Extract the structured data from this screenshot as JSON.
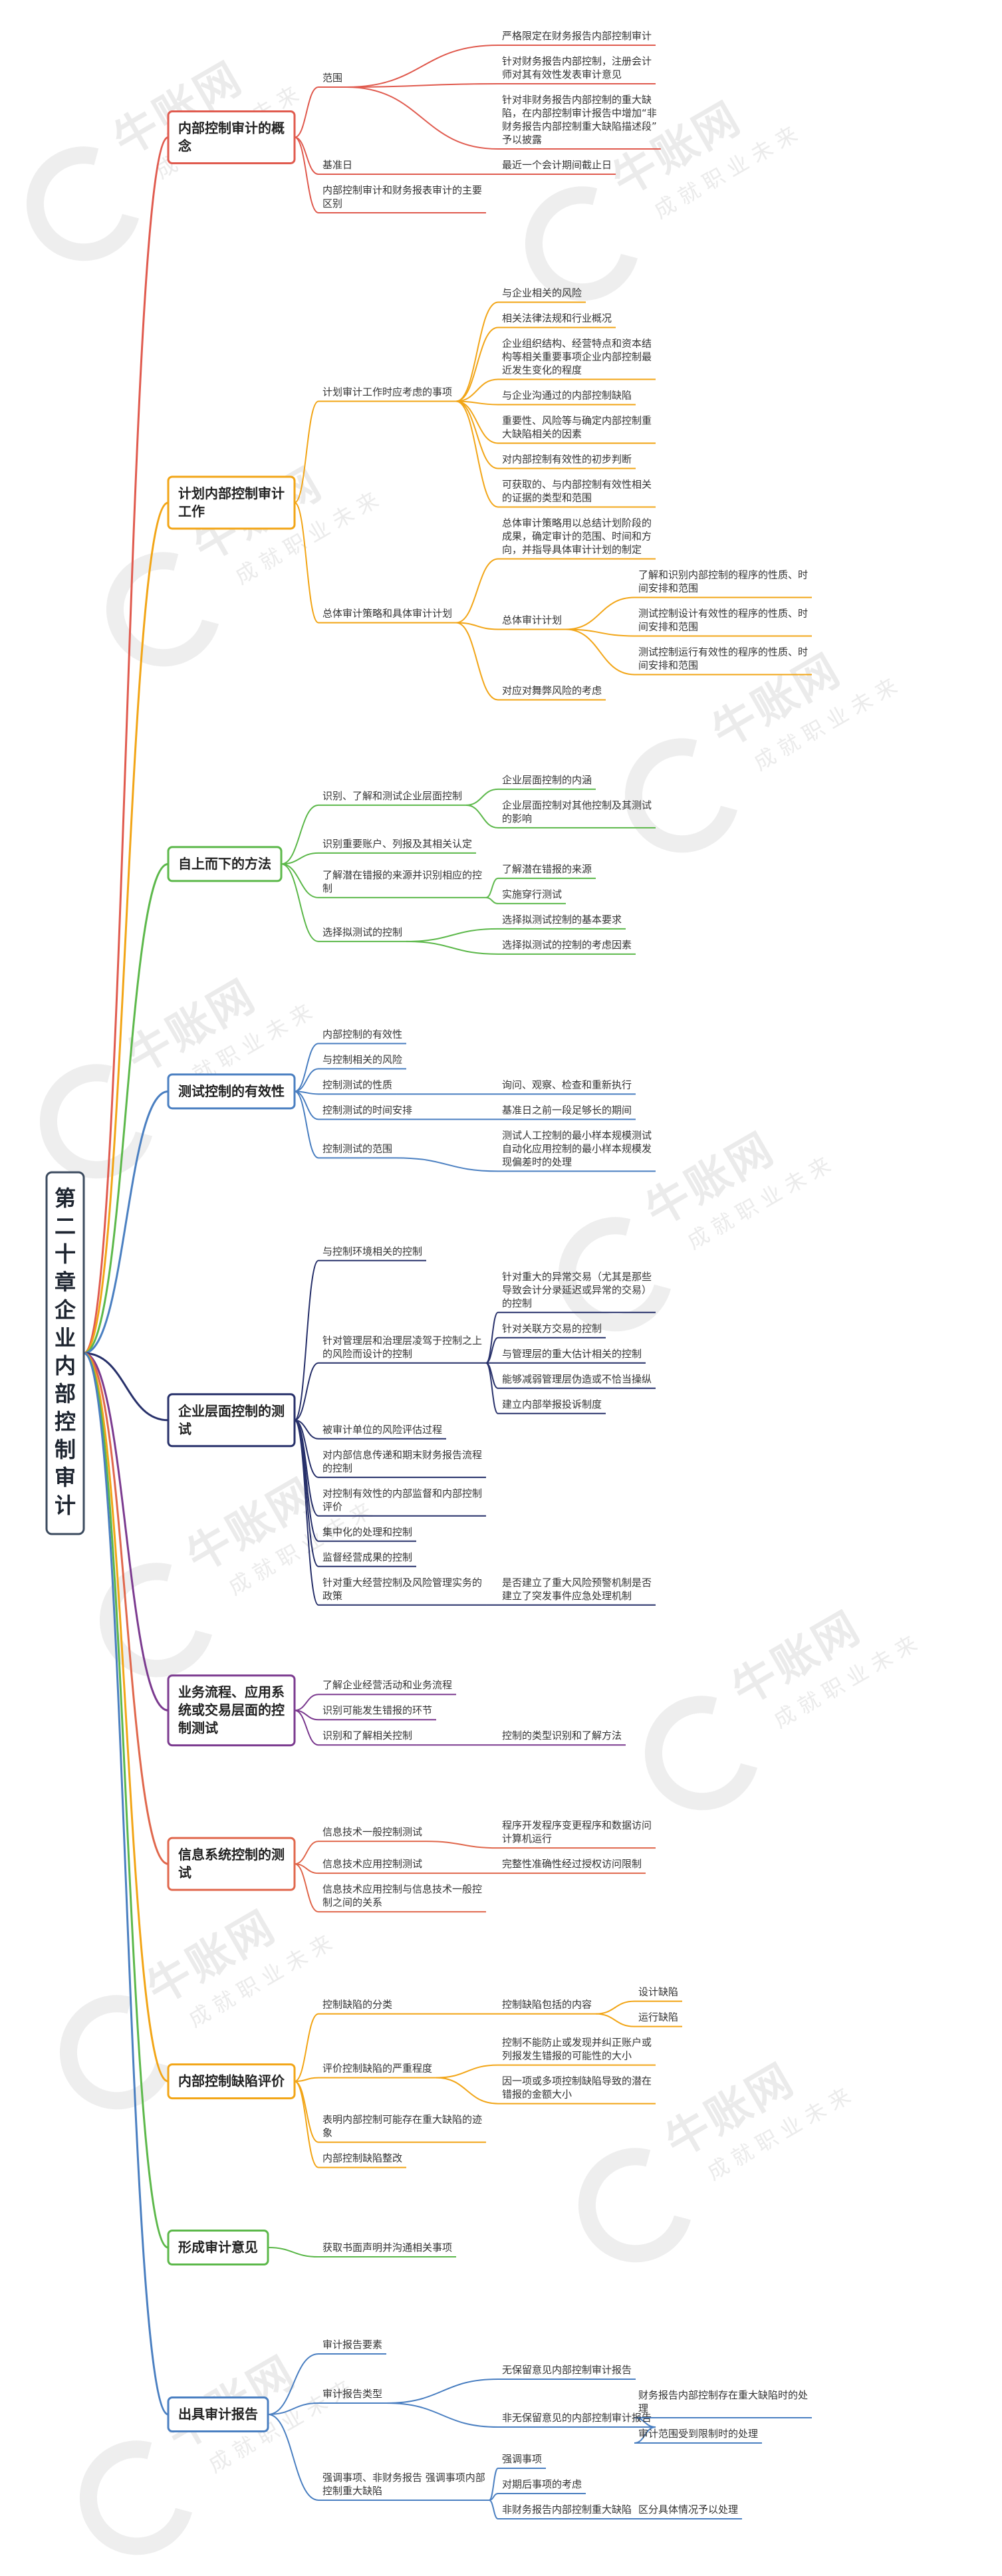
{
  "watermark": {
    "big": "牛账网",
    "small": "成就职业未来"
  },
  "root": {
    "label": "第二十章企业内部控制审计"
  },
  "branches": [
    {
      "label": "内部控制审计的概念",
      "color": "#e05a4e",
      "children": [
        {
          "label": "范围",
          "children": [
            {
              "label": "严格限定在财务报告内部控制审计"
            },
            {
              "label": "针对财务报告内部控制，注册会计师对其有效性发表审计意见"
            },
            {
              "label": "针对非财务报告内部控制的重大缺陷，在内部控制审计报告中增加“非财务报告内部控制重大缺陷描述段”予以披露"
            }
          ]
        },
        {
          "label": "基准日",
          "children": [
            {
              "label": "最近一个会计期间截止日"
            }
          ]
        },
        {
          "label": "内部控制审计和财务报表审计的主要区别"
        }
      ]
    },
    {
      "label": "计划内部控制审计工作",
      "color": "#f2a516",
      "children": [
        {
          "label": "计划审计工作时应考虑的事项",
          "children": [
            {
              "label": "与企业相关的风险"
            },
            {
              "label": "相关法律法规和行业概况"
            },
            {
              "label": "企业组织结构、经营特点和资本结构等相关重要事项企业内部控制最近发生变化的程度"
            },
            {
              "label": "与企业沟通过的内部控制缺陷"
            },
            {
              "label": "重要性、风险等与确定内部控制重大缺陷相关的因素"
            },
            {
              "label": "对内部控制有效性的初步判断"
            },
            {
              "label": "可获取的、与内部控制有效性相关的证据的类型和范围"
            }
          ]
        },
        {
          "label": "总体审计策略和具体审计计划",
          "children": [
            {
              "label": "总体审计策略用以总结计划阶段的成果，确定审计的范围、时间和方向，并指导具体审计计划的制定"
            },
            {
              "label": "总体审计计划",
              "children": [
                {
                  "label": "了解和识别内部控制的程序的性质、时间安排和范围"
                },
                {
                  "label": "测试控制设计有效性的程序的性质、时间安排和范围"
                },
                {
                  "label": "测试控制运行有效性的程序的性质、时间安排和范围"
                }
              ]
            },
            {
              "label": "对应对舞弊风险的考虑"
            }
          ]
        }
      ]
    },
    {
      "label": "自上而下的方法",
      "color": "#5cb84a",
      "children": [
        {
          "label": "识别、了解和测试企业层面控制",
          "children": [
            {
              "label": "企业层面控制的内涵"
            },
            {
              "label": "企业层面控制对其他控制及其测试的影响"
            }
          ]
        },
        {
          "label": "识别重要账户、列报及其相关认定"
        },
        {
          "label": "了解潜在错报的来源并识别相应的控制",
          "children": [
            {
              "label": "了解潜在错报的来源"
            },
            {
              "label": "实施穿行测试"
            }
          ]
        },
        {
          "label": "选择拟测试的控制",
          "children": [
            {
              "label": "选择拟测试控制的基本要求"
            },
            {
              "label": "选择拟测试的控制的考虑因素"
            }
          ]
        }
      ]
    },
    {
      "label": "测试控制的有效性",
      "color": "#4a7fc1",
      "children": [
        {
          "label": "内部控制的有效性"
        },
        {
          "label": "与控制相关的风险"
        },
        {
          "label": "控制测试的性质",
          "children": [
            {
              "label": "询问、观察、检查和重新执行"
            }
          ]
        },
        {
          "label": "控制测试的时间安排",
          "children": [
            {
              "label": "基准日之前一段足够长的期间"
            }
          ]
        },
        {
          "label": "控制测试的范围",
          "children": [
            {
              "label": "测试人工控制的最小样本规模测试自动化应用控制的最小样本规模发现偏差时的处理"
            }
          ]
        }
      ]
    },
    {
      "label": "企业层面控制的测试",
      "color": "#27306a",
      "children": [
        {
          "label": "与控制环境相关的控制"
        },
        {
          "label": "针对管理层和治理层凌驾于控制之上的风险而设计的控制",
          "children": [
            {
              "label": "针对重大的异常交易（尤其是那些导致会计分录延迟或异常的交易）的控制"
            },
            {
              "label": "针对关联方交易的控制"
            },
            {
              "label": "与管理层的重大估计相关的控制"
            },
            {
              "label": "能够减弱管理层伪造或不恰当操纵"
            },
            {
              "label": "建立内部举报投诉制度"
            }
          ]
        },
        {
          "label": "被审计单位的风险评估过程"
        },
        {
          "label": "对内部信息传递和期末财务报告流程的控制"
        },
        {
          "label": "对控制有效性的内部监督和内部控制评价"
        },
        {
          "label": "集中化的处理和控制"
        },
        {
          "label": "监督经营成果的控制"
        },
        {
          "label": "针对重大经营控制及风险管理实务的政策",
          "children": [
            {
              "label": "是否建立了重大风险预警机制是否建立了突发事件应急处理机制"
            }
          ]
        }
      ]
    },
    {
      "label": "业务流程、应用系统或交易层面的控制测试",
      "color": "#7b3a8f",
      "children": [
        {
          "label": "了解企业经营活动和业务流程"
        },
        {
          "label": "识别可能发生错报的环节"
        },
        {
          "label": "识别和了解相关控制",
          "children": [
            {
              "label": "控制的类型识别和了解方法"
            }
          ]
        }
      ]
    },
    {
      "label": "信息系统控制的测试",
      "color": "#e0674c",
      "children": [
        {
          "label": "信息技术一般控制测试",
          "children": [
            {
              "label": "程序开发程序变更程序和数据访问计算机运行"
            }
          ]
        },
        {
          "label": "信息技术应用控制测试",
          "children": [
            {
              "label": "完整性准确性经过授权访问限制"
            }
          ]
        },
        {
          "label": "信息技术应用控制与信息技术一般控制之间的关系"
        }
      ]
    },
    {
      "label": "内部控制缺陷评价",
      "color": "#f2a516",
      "children": [
        {
          "label": "控制缺陷的分类",
          "children": [
            {
              "label": "控制缺陷包括的内容",
              "children": [
                {
                  "label": "设计缺陷"
                },
                {
                  "label": "运行缺陷"
                }
              ]
            }
          ]
        },
        {
          "label": "评价控制缺陷的严重程度",
          "children": [
            {
              "label": "控制不能防止或发现并纠正账户或列报发生错报的可能性的大小"
            },
            {
              "label": "因一项或多项控制缺陷导致的潜在错报的金额大小"
            }
          ]
        },
        {
          "label": "表明内部控制可能存在重大缺陷的迹象"
        },
        {
          "label": "内部控制缺陷整改"
        }
      ]
    },
    {
      "label": "形成审计意见",
      "color": "#5cb84a",
      "children": [
        {
          "label": "获取书面声明并沟通相关事项"
        }
      ]
    },
    {
      "label": "出具审计报告",
      "color": "#4a7fc1",
      "children": [
        {
          "label": "审计报告要素"
        },
        {
          "label": "审计报告类型",
          "children": [
            {
              "label": "无保留意见内部控制审计报告"
            },
            {
              "label": "非无保留意见的内部控制审计报告",
              "children": [
                {
                  "label": "财务报告内部控制存在重大缺陷时的处理"
                },
                {
                  "label": "审计范围受到限制时的处理"
                }
              ]
            }
          ]
        },
        {
          "label": "强调事项、非财务报告 强调事项内部控制重大缺陷",
          "children": [
            {
              "label": "强调事项"
            },
            {
              "label": "对期后事项的考虑"
            },
            {
              "label": "非财务报告内部控制重大缺陷",
              "children": [
                {
                  "label": "区分具体情况予以处理"
                }
              ]
            }
          ]
        }
      ]
    }
  ]
}
